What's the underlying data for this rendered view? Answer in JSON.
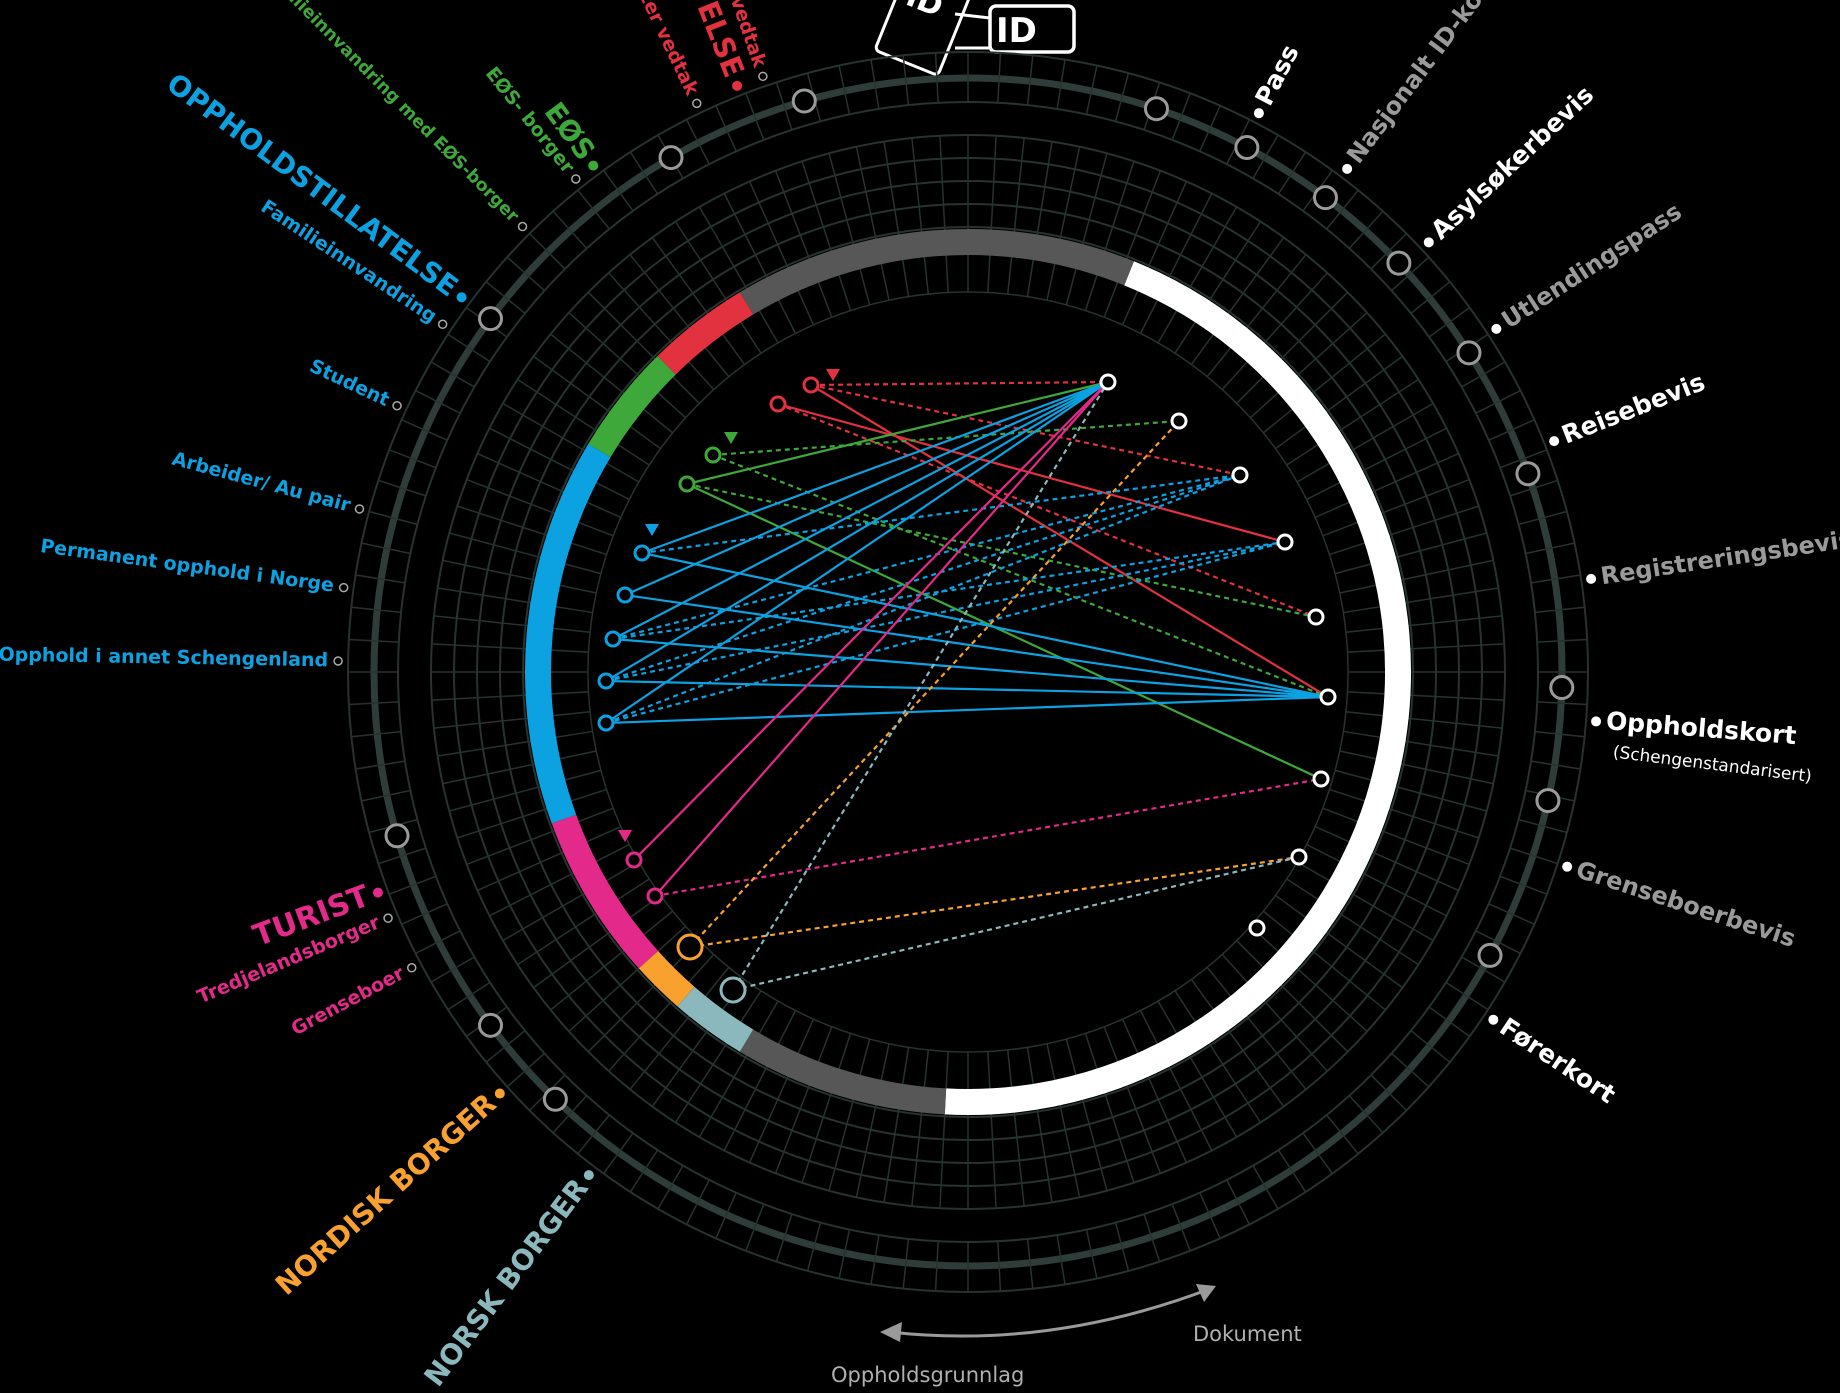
{
  "id_icon": {
    "text_front": "ID",
    "text_back": "ID"
  },
  "legend": {
    "document_label": "Dokument",
    "basis_label": "Oppholdsgrunnlag"
  },
  "colors": {
    "background": "#000000",
    "grid": "#26332f",
    "protection": "#e2313f",
    "eos": "#3ea83a",
    "residence": "#0ca2e2",
    "tourist": "#e32a8a",
    "nordic": "#f8a12f",
    "norwegian": "#8ab8bc",
    "document_white": "#ffffff",
    "document_grey": "#9a9a9a",
    "arc_grey": "#575757"
  },
  "categories": [
    {
      "id": "beskyttelse",
      "label": "BESKYTTELSE",
      "color": "protection",
      "subs": [
        "Før vedtak",
        "Etter vedtak"
      ]
    },
    {
      "id": "eos",
      "label": "EØS",
      "color": "eos",
      "subs": [
        "EØS- borger",
        "Familieinnvandring med EØS-borger"
      ]
    },
    {
      "id": "oppholdstillatelse",
      "label": "OPPHOLDSTILLATELSE",
      "color": "residence",
      "subs": [
        "Familieinnvandring",
        "Student",
        "Arbeider/ Au pair",
        "Permanent opphold i Norge",
        "Opphold i annet Schengenland"
      ]
    },
    {
      "id": "turist",
      "label": "TURIST",
      "color": "tourist",
      "subs": [
        "Tredjelandsborger",
        "Grenseboer"
      ]
    },
    {
      "id": "nordisk",
      "label": "NORDISK BORGER",
      "color": "nordic",
      "subs": []
    },
    {
      "id": "norsk",
      "label": "NORSK BORGER",
      "color": "norwegian",
      "subs": []
    }
  ],
  "documents": [
    {
      "label": "Pass",
      "color": "document_white"
    },
    {
      "label": "Nasjonalt ID-kort",
      "color": "document_grey"
    },
    {
      "label": "Asylsøkerbevis",
      "color": "document_white"
    },
    {
      "label": "Utlendingspass",
      "color": "document_grey"
    },
    {
      "label": "Reisebevis",
      "color": "document_white"
    },
    {
      "label": "Registreringsbevis",
      "color": "document_grey"
    },
    {
      "label": "Oppholdskort",
      "sublabel": "(Schengenstandarisert)",
      "color": "document_white"
    },
    {
      "label": "Grenseboerbevis",
      "color": "document_grey"
    },
    {
      "label": "Førerkort",
      "color": "document_white"
    }
  ]
}
